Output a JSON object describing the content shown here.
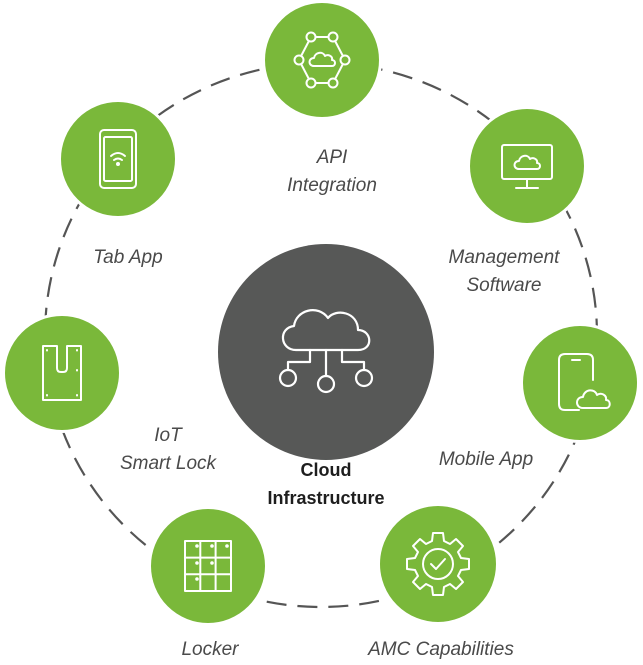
{
  "colors": {
    "accent": "#7ab83a",
    "center": "#575857",
    "ring": "#555555",
    "label": "#4a4a4a"
  },
  "center": {
    "icon": "cloud-network-icon",
    "title_line1": "Cloud",
    "title_line2": "Infrastructure"
  },
  "nodes": [
    {
      "id": "api",
      "icon": "cloud-hub-icon",
      "label_line1": "API",
      "label_line2": "Integration"
    },
    {
      "id": "management",
      "icon": "monitor-cloud-icon",
      "label_line1": "Management",
      "label_line2": "Software"
    },
    {
      "id": "mobile",
      "icon": "phone-cloud-icon",
      "label_line1": "Mobile App",
      "label_line2": ""
    },
    {
      "id": "amc",
      "icon": "gear-check-icon",
      "label_line1": "AMC Capabilities",
      "label_line2": ""
    },
    {
      "id": "locker",
      "icon": "locker-grid-icon",
      "label_line1": "Locker",
      "label_line2": ""
    },
    {
      "id": "iot",
      "icon": "smart-lock-icon",
      "label_line1": "IoT",
      "label_line2": "Smart Lock"
    },
    {
      "id": "tab",
      "icon": "tablet-wifi-icon",
      "label_line1": "Tab App",
      "label_line2": ""
    }
  ]
}
